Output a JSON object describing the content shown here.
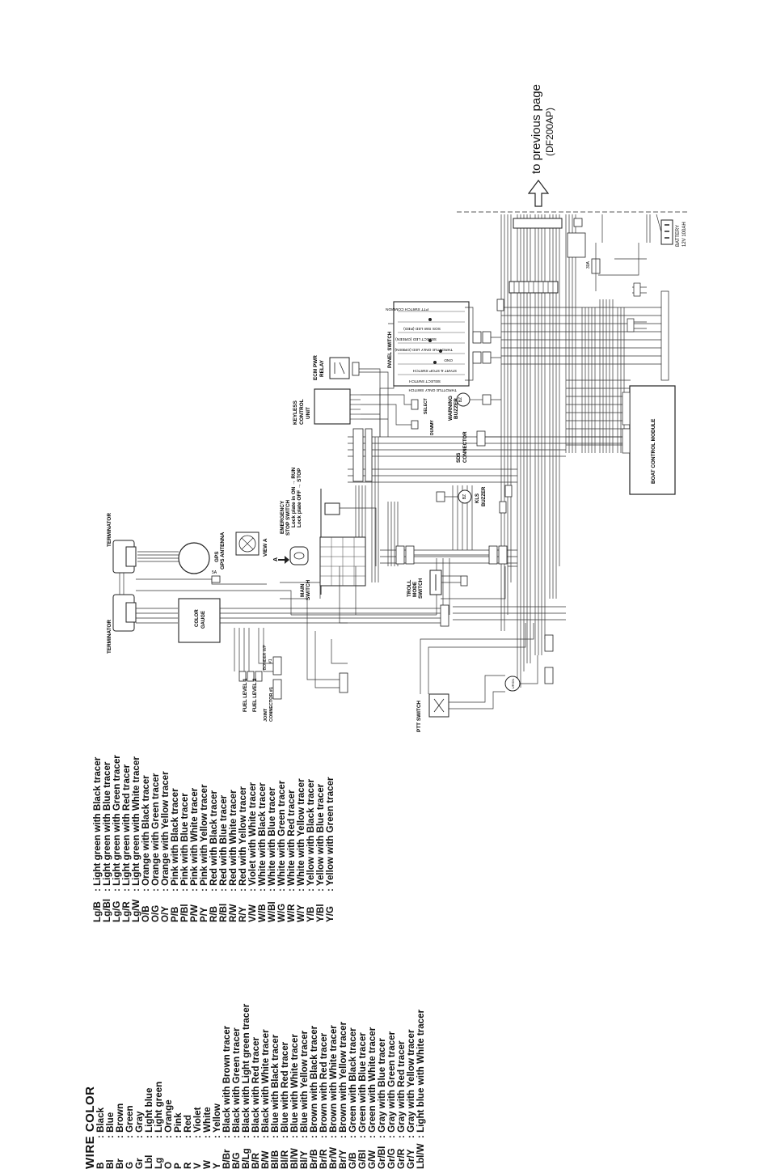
{
  "page_note": {
    "line1": "to previous page",
    "line2": "(DF200AP)"
  },
  "legend": {
    "title": "WIRE COLOR",
    "column1": [
      {
        "code": "B",
        "desc": ": Black"
      },
      {
        "code": "Bl",
        "desc": ": Blue"
      },
      {
        "code": "Br",
        "desc": ": Brown"
      },
      {
        "code": "G",
        "desc": ": Green"
      },
      {
        "code": "Gr",
        "desc": ": Gray"
      },
      {
        "code": "Lbl",
        "desc": ": Light blue"
      },
      {
        "code": "Lg",
        "desc": ": Light green"
      },
      {
        "code": "O",
        "desc": ": Orange"
      },
      {
        "code": "P",
        "desc": ": Pink"
      },
      {
        "code": "R",
        "desc": ": Red"
      },
      {
        "code": "V",
        "desc": ": Violet"
      },
      {
        "code": "W",
        "desc": ": White"
      },
      {
        "code": "Y",
        "desc": ": Yellow"
      },
      {
        "code": "B/Br",
        "desc": ": Black with Brown tracer"
      },
      {
        "code": "B/G",
        "desc": ": Black with Green tracer"
      },
      {
        "code": "B/Lg",
        "desc": ": Black with Light green tracer"
      },
      {
        "code": "B/R",
        "desc": ": Black with Red tracer"
      },
      {
        "code": "B/W",
        "desc": ": Black with White tracer"
      },
      {
        "code": "Bl/B",
        "desc": ": Blue with Black tracer"
      },
      {
        "code": "Bl/R",
        "desc": ": Blue with Red tracer"
      },
      {
        "code": "Bl/W",
        "desc": ": Blue with White tracer"
      },
      {
        "code": "Bl/Y",
        "desc": ": Blue with Yellow tracer"
      },
      {
        "code": "Br/B",
        "desc": ": Brown with Black tracer"
      },
      {
        "code": "Br/R",
        "desc": ": Brown with Red tracer"
      },
      {
        "code": "Br/W",
        "desc": ": Brown with White tracer"
      },
      {
        "code": "Br/Y",
        "desc": ": Brown with Yellow tracer"
      },
      {
        "code": "G/B",
        "desc": ": Green with Black tracer"
      },
      {
        "code": "G/Bl",
        "desc": ": Green with Blue tracer"
      },
      {
        "code": "G/W",
        "desc": ": Green with White tracer"
      },
      {
        "code": "Gr/Bl",
        "desc": ": Gray with Blue tracer"
      },
      {
        "code": "Gr/G",
        "desc": ": Gray with Green tracer"
      },
      {
        "code": "Gr/R",
        "desc": ": Gray with Red tracer"
      },
      {
        "code": "Gr/Y",
        "desc": ": Gray with Yellow tracer"
      },
      {
        "code": "Lbl/W",
        "desc": ": Light blue with White tracer"
      }
    ],
    "column2": [
      {
        "code": "Lg/B",
        "desc": ": Light green with Black tracer"
      },
      {
        "code": "Lg/Bl",
        "desc": ": Light green with Blue tracer"
      },
      {
        "code": "Lg/G",
        "desc": ": Light green with Green tracer"
      },
      {
        "code": "Lg/R",
        "desc": ": Light green with Red tracer"
      },
      {
        "code": "Lg/W",
        "desc": ": Light green with White tracer"
      },
      {
        "code": "O/B",
        "desc": ": Orange with Black tracer"
      },
      {
        "code": "O/G",
        "desc": ": Orange with Green tracer"
      },
      {
        "code": "O/Y",
        "desc": ": Orange with Yellow tracer"
      },
      {
        "code": "P/B",
        "desc": ": Pink with Black tracer"
      },
      {
        "code": "P/Bl",
        "desc": ": Pink with Blue tracer"
      },
      {
        "code": "P/W",
        "desc": ": Pink with White tracer"
      },
      {
        "code": "P/Y",
        "desc": ": Pink with Yellow tracer"
      },
      {
        "code": "R/B",
        "desc": ": Red with Black tracer"
      },
      {
        "code": "R/Bl",
        "desc": ": Red with Blue tracer"
      },
      {
        "code": "R/W",
        "desc": ": Red with White tracer"
      },
      {
        "code": "R/Y",
        "desc": ": Red with Yellow tracer"
      },
      {
        "code": "V/W",
        "desc": ": Violet with White tracer"
      },
      {
        "code": "W/B",
        "desc": ": White with Black tracer"
      },
      {
        "code": "W/Bl",
        "desc": ": White with Blue tracer"
      },
      {
        "code": "W/G",
        "desc": ": White with Green tracer"
      },
      {
        "code": "W/R",
        "desc": ": White with Red tracer"
      },
      {
        "code": "W/Y",
        "desc": ": White with Yellow tracer"
      },
      {
        "code": "Y/B",
        "desc": ": Yellow with Black tracer"
      },
      {
        "code": "Y/Bl",
        "desc": ": Yellow with Blue tracer"
      },
      {
        "code": "Y/G",
        "desc": ": Yellow with Green tracer"
      }
    ]
  },
  "components": {
    "terminator_top": "TERMINATOR",
    "terminator_bottom": "TERMINATOR",
    "gps_antenna": "GPS ANTENNA",
    "view_a": "VIEW A",
    "view_a_marker": "A",
    "color_gauge_line1": "COLOR",
    "color_gauge_line2": "GAUGE",
    "emergency_switch_line1": "EMERGENCY",
    "emergency_switch_line2": "STOP SWITCH",
    "emergency_switch_line3": "Lock plate in ON → RUN",
    "emergency_switch_line4": "Lock plate OFF → STOP",
    "main_switch_line1": "MAIN",
    "main_switch_line2": "SWITCH",
    "keyless_line1": "KEYLESS",
    "keyless_line2": "CONTROL",
    "keyless_line3": "UNIT",
    "ecm_pwr_line1": "ECM PWR",
    "ecm_pwr_line2": "RELAY",
    "panel_switch": "PANEL SWITCH",
    "panel_ptt_common": "PTT SWITCH COMMON",
    "panel_sos_led_red": "SOS SWI LED (RED)",
    "panel_select_led_green": "SELECT LED (GREEN)",
    "panel_throttle_led_green": "THROTTLE ONLY LED (GREEN)",
    "panel_gnd": "GND",
    "panel_start_stop": "START & STOP SWITCH",
    "panel_select_switch": "SELECT SWITCH",
    "panel_throttle_only": "THROTTLE ONLY SWITCH",
    "warning_buzzer_line1": "WARNING",
    "warning_buzzer_line2": "BUZZER",
    "buzzer_symbol": "BZ",
    "kls_buzzer_line1": "KLS",
    "kls_buzzer_line2": "BUZZER",
    "sds_connector_line1": "SDS",
    "sds_connector_line2": "CONNECTOR",
    "select_label": "SELECT",
    "dummy_label": "DUMMY",
    "boat_control_module": "BOAT CONTROL MODULE",
    "battery_line1": "BATTERY",
    "battery_line2": "12V 100AH",
    "fuse_30a": "30A",
    "fuse_5a": "5A",
    "troll_line1": "TROLL",
    "troll_line2": "MODE",
    "troll_line3": "SWITCH",
    "ptt_switch": "PTT SWITCH",
    "ptt_symbol": "UP/DN",
    "fuel_level_1": "FUEL LEVEL 1",
    "fuel_level_2": "FUEL LEVEL 2",
    "joint_connector_line1": "JOINT",
    "joint_connector_line2": "CONNECTOR #1",
    "bonder_wp_line1": "BONDER WP",
    "bonder_wp_line2": "#1"
  },
  "colors": {
    "ink": "#1a1a1a",
    "line": "#333333",
    "paper": "#ffffff"
  }
}
